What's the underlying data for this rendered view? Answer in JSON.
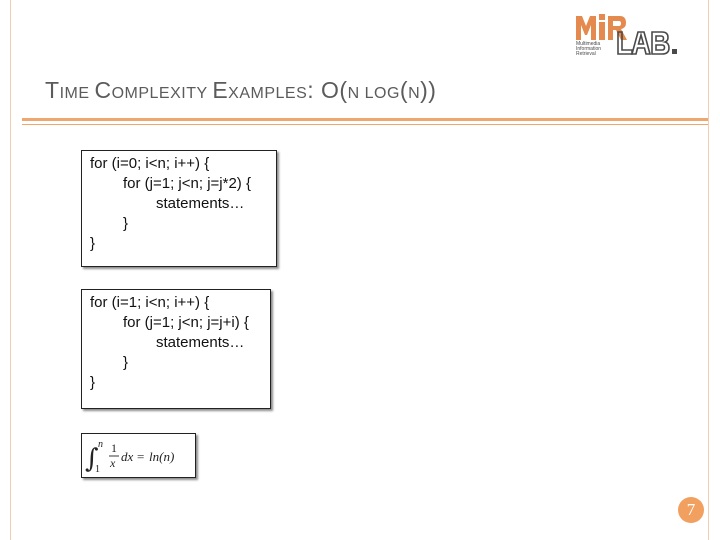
{
  "logo": {
    "mark": "MiR",
    "lab": "LAB.",
    "lines": [
      "Multimedia",
      "Information",
      "Retrieval"
    ],
    "brand_color": "#e58a4e",
    "dark_color": "#4a4a4a"
  },
  "title": {
    "t1": "T",
    "t1_rest": "IME ",
    "c1": "C",
    "c1_rest": "OMPLEXITY ",
    "e1": "E",
    "e1_rest": "XAMPLES",
    "colon": ": ",
    "o": "O(",
    "n1": "N",
    "log": " LOG",
    "paren_open": "(",
    "n2": "N",
    "paren_close": "))"
  },
  "code_block_1": {
    "lines": [
      "for (i=0; i<n; i++) {",
      "for (j=1; j<n; j=j*2) {",
      "statements…",
      "}",
      "}"
    ]
  },
  "code_block_2": {
    "lines": [
      "for (i=1; i<n; i++) {",
      "for (j=1; j<n; j=j+i) {",
      "statements…",
      "}",
      "}"
    ]
  },
  "formula": {
    "upper": "n",
    "lower": "1",
    "numerator": "1",
    "denominator": "x",
    "dx": "dx",
    "equals": "=",
    "rhs": "ln(n)"
  },
  "page_number": "7",
  "accent_color": "#f0a66f"
}
